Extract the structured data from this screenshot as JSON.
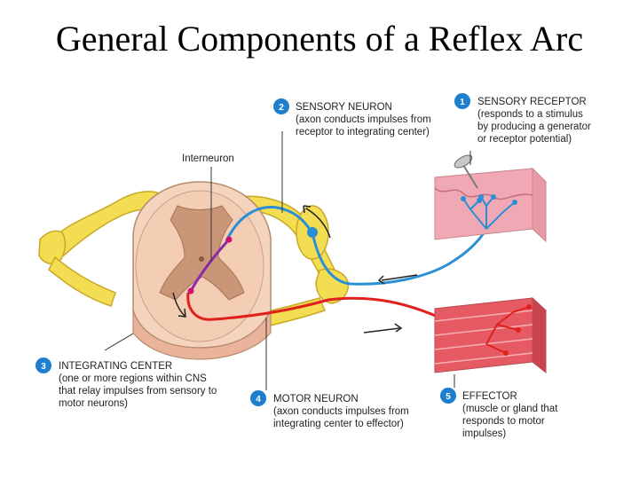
{
  "title": "General Components of a Reflex Arc",
  "labels": {
    "interneuron": "Interneuron",
    "sensory_neuron": {
      "number": "2",
      "heading": "SENSORY NEURON",
      "lines": [
        "(axon conducts impulses from",
        "receptor to integrating center)"
      ]
    },
    "sensory_receptor": {
      "number": "1",
      "heading": "SENSORY RECEPTOR",
      "lines": [
        "(responds to a stimulus",
        "by producing a generator",
        "or receptor potential)"
      ]
    },
    "integrating_center": {
      "number": "3",
      "heading": "INTEGRATING CENTER",
      "lines": [
        "(one or more regions within CNS",
        "that relay impulses from sensory to",
        "motor neurons)"
      ]
    },
    "motor_neuron": {
      "number": "4",
      "heading": "MOTOR NEURON",
      "lines": [
        "(axon conducts impulses from",
        "integrating center to effector)"
      ]
    },
    "effector": {
      "number": "5",
      "heading": "EFFECTOR",
      "lines": [
        "(muscle or gland that",
        "responds to motor",
        "impulses)"
      ]
    }
  },
  "colors": {
    "badge": "#1f7fcf",
    "sensory": "#2a8fd4",
    "motor": "#e0201c",
    "interneuron": "#8a2aa8",
    "nerve": "#f3dd52",
    "white_matter": "#f3cdb4",
    "gray_matter": "#c99778",
    "skin": "#f0a8b4",
    "muscle": "#e65a64"
  },
  "icons": [
    "pushpin-icon",
    "arrow-icon"
  ]
}
